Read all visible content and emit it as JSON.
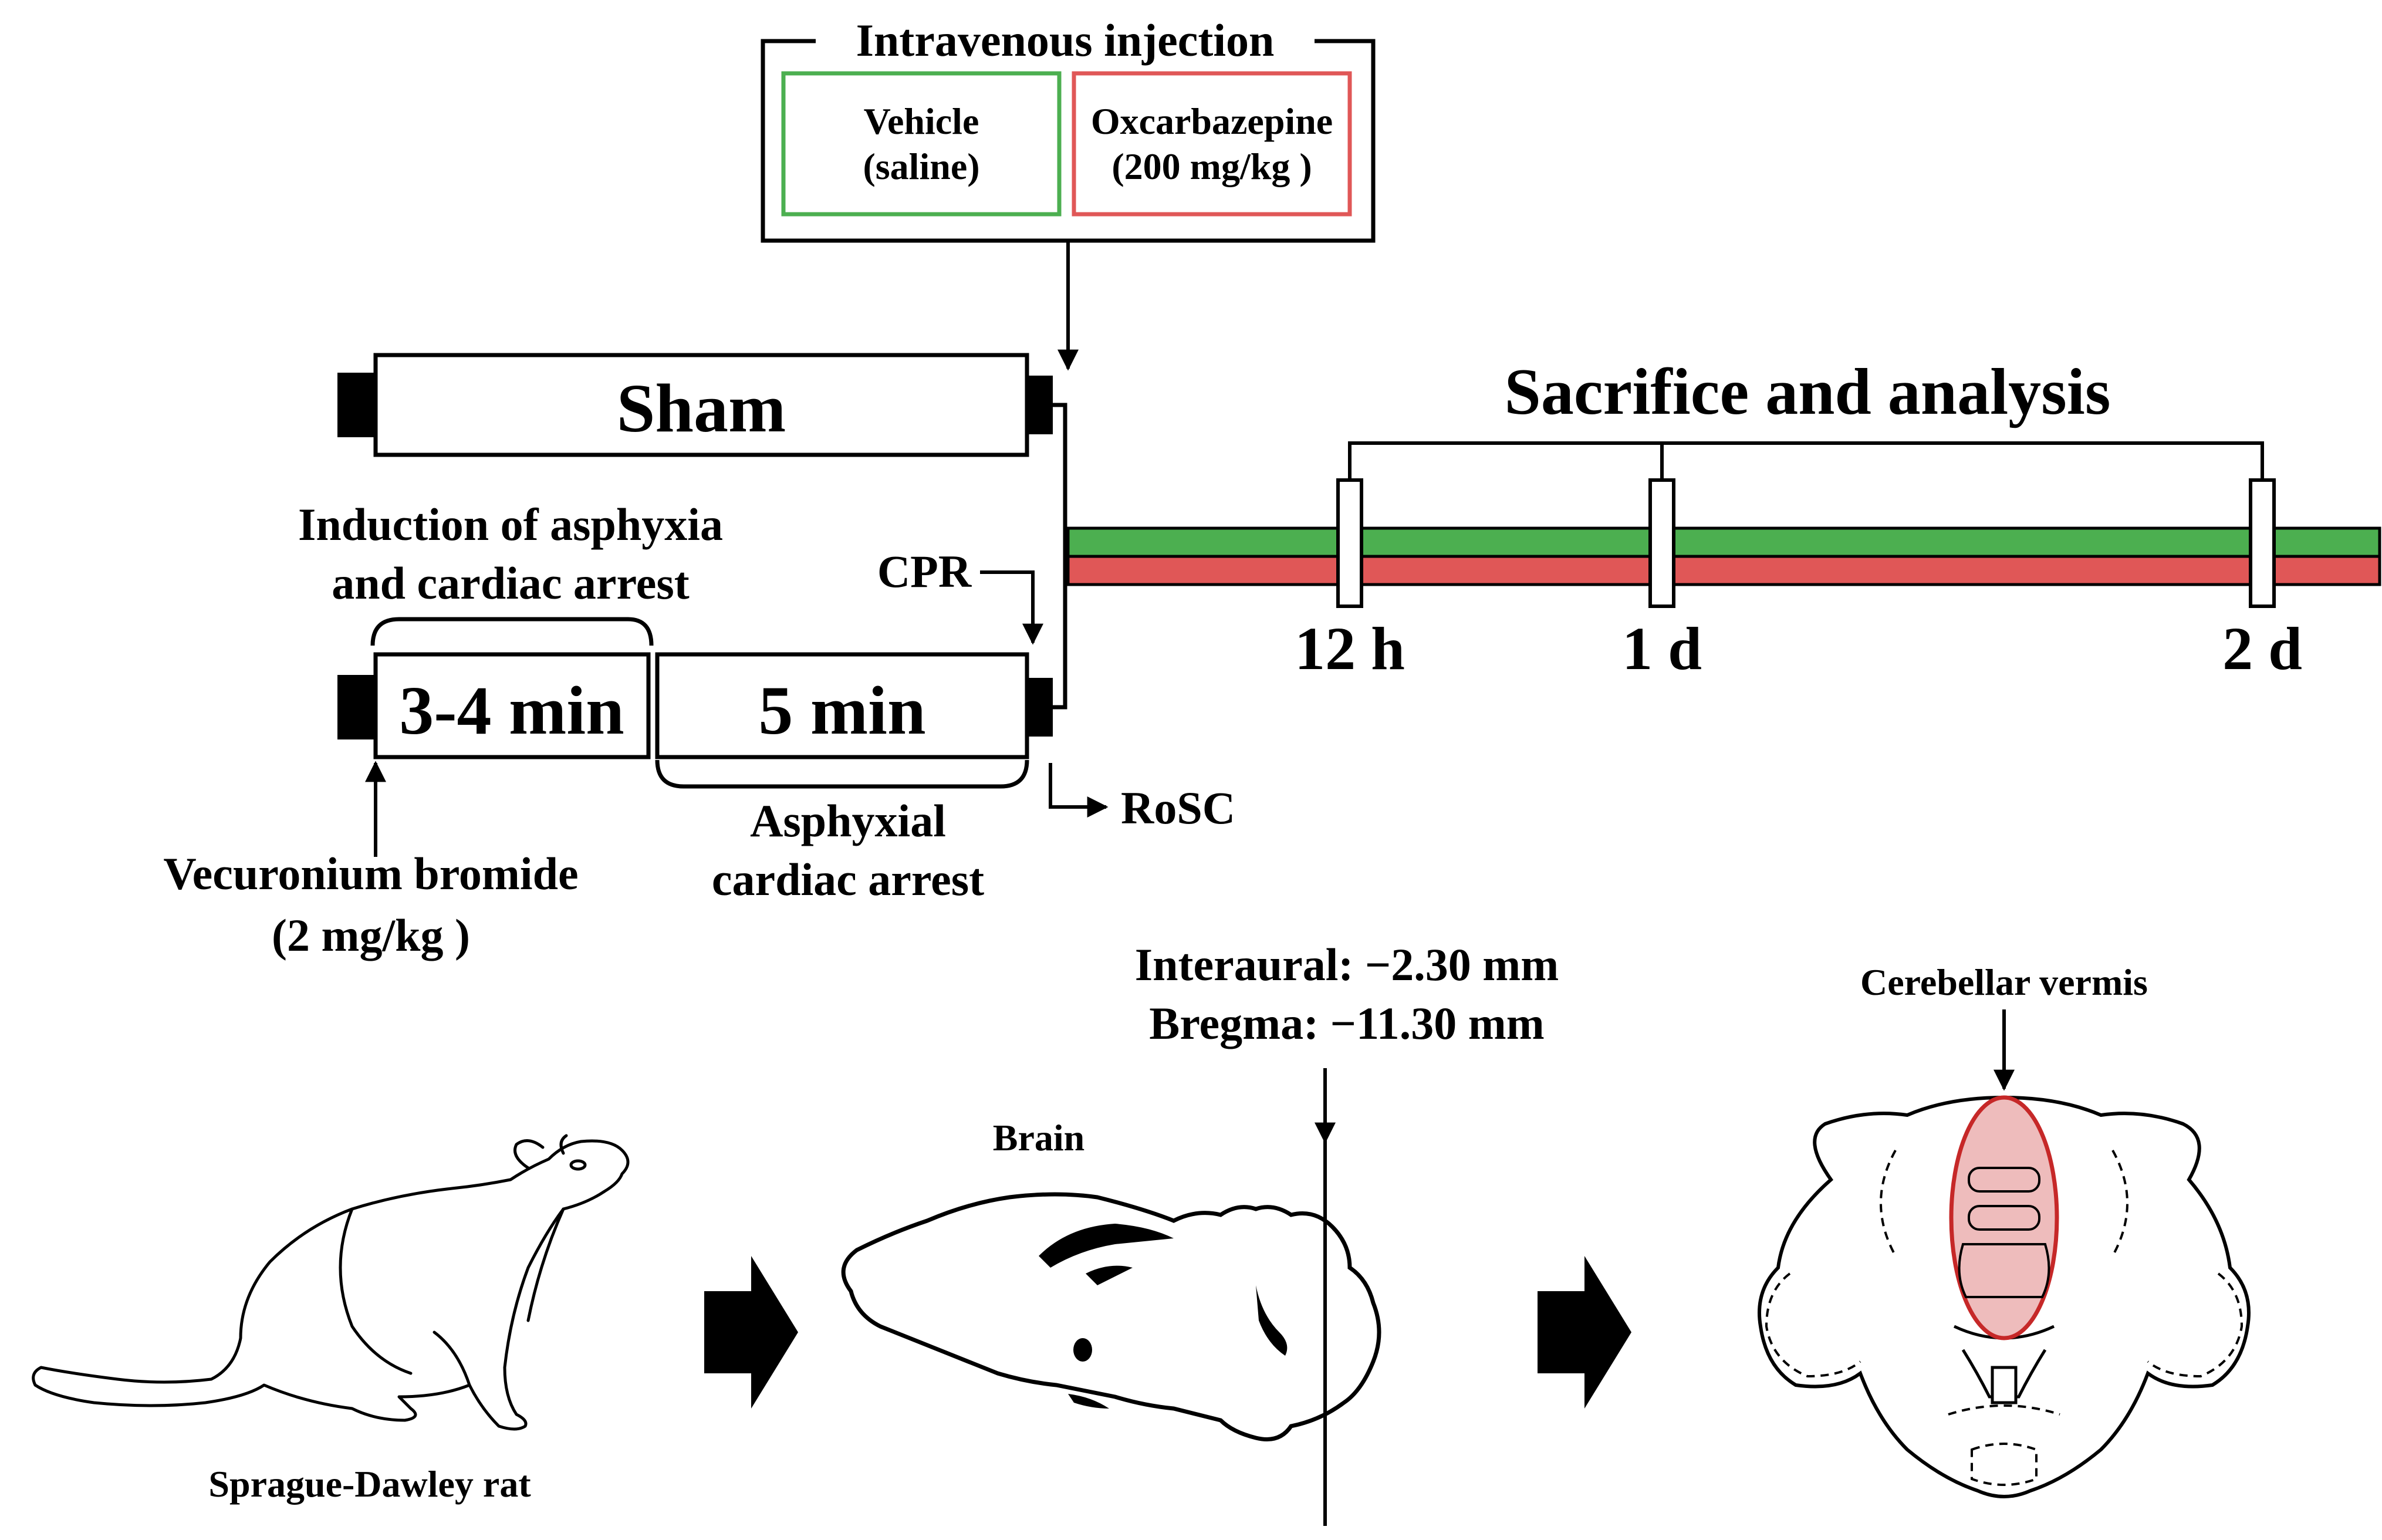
{
  "injection": {
    "title": "Intravenous injection",
    "vehicle_line1": "Vehicle",
    "vehicle_line2": "(saline)",
    "oxc_line1": "Oxcarbazepine",
    "oxc_line2": "(200 mg/kg )"
  },
  "sham": {
    "label": "Sham"
  },
  "induction": {
    "line1": "Induction of asphyxia",
    "line2": "and cardiac arrest",
    "duration": "3-4 min"
  },
  "arrest": {
    "duration": "5 min",
    "line1": "Asphyxial",
    "line2": "cardiac arrest"
  },
  "cpr": {
    "label": "CPR"
  },
  "rosc": {
    "label": "RoSC"
  },
  "vecuronium": {
    "line1": "Vecuronium bromide",
    "line2": "(2 mg/kg )"
  },
  "sacrifice": {
    "title": "Sacrifice and analysis",
    "timepoints": [
      "12 h",
      "1 d",
      "2 d"
    ]
  },
  "bottom": {
    "rat_label": "Sprague-Dawley rat",
    "brain_label": "Brain",
    "coord_line1": "Interaural: −2.30 mm",
    "coord_line2": "Bregma: −11.30 mm",
    "vermis_label": "Cerebellar vermis"
  },
  "colors": {
    "vehicle": "#4caf50",
    "oxcarbazepine": "#e05757",
    "vermis_fill": "#e8a5a5",
    "vermis_outline": "#c62828"
  }
}
